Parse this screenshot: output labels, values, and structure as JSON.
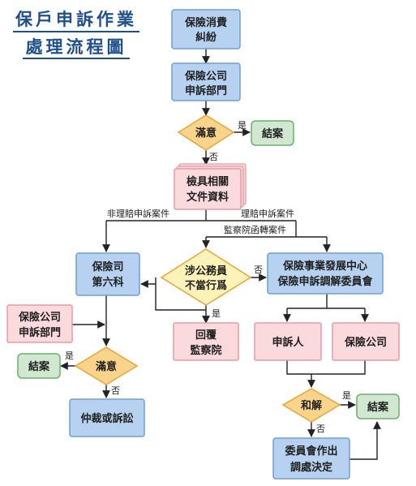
{
  "title": {
    "line1": "保戶申訴作業",
    "line2": "處理流程圖"
  },
  "nodes": {
    "dispute": [
      "保險消費",
      "糾紛"
    ],
    "insurer_dept_top": [
      "保險公司",
      "申訴部門"
    ],
    "satisfied_top": "滿意",
    "close_top": "結案",
    "documents": [
      "檢具相關",
      "文件資料"
    ],
    "section6": [
      "保險司",
      "第六科"
    ],
    "misconduct": [
      "涉公務員",
      "不當行爲"
    ],
    "center": [
      "保險事業發展中心",
      "保險申訴調解委員會"
    ],
    "reply": [
      "回覆",
      "監察院"
    ],
    "insurer_dept_left": [
      "保險公司",
      "申訴部門"
    ],
    "complainant": "申訴人",
    "insurer": "保險公司",
    "close_left": "結案",
    "satisfied_left": "滿意",
    "settle": "和解",
    "close_right": "結案",
    "arbitration": "仲裁或訴訟",
    "committee": [
      "委員會作出",
      "調處決定"
    ]
  },
  "labels": {
    "yes": "是",
    "no": "否",
    "non_claim": "非理賠申訴案件",
    "claim": "理賠申訴案件",
    "control_yuan": "監察院函轉案件"
  },
  "colors": {
    "box_blue_fill": "#b7d2f0",
    "box_blue_stroke": "#6f9fd3",
    "box_pink_fill": "#fadadd",
    "box_pink_stroke": "#e79aa3",
    "diamond_fill": "#fbd48b",
    "diamond_stroke": "#e6a43a",
    "close_fill": "#cfe8cf",
    "close_stroke": "#6fae6f",
    "title": "#1f4f8f"
  }
}
